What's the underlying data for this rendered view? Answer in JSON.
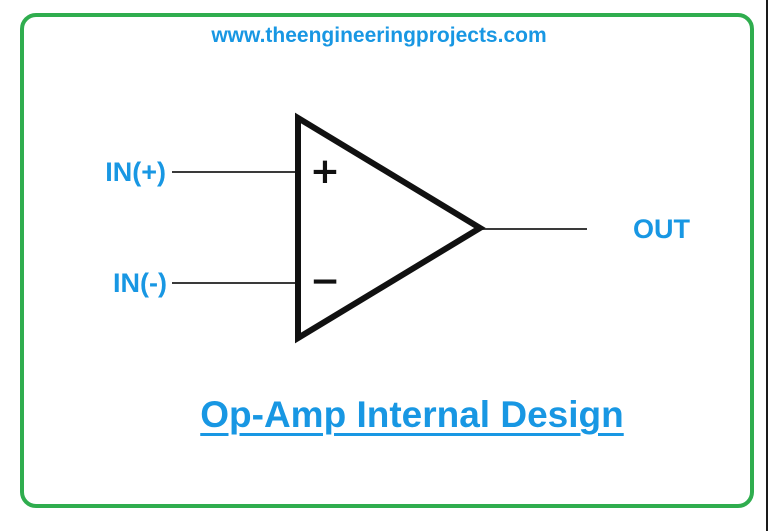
{
  "page": {
    "header_url": "www.theengineeringprojects.com",
    "title": "Op-Amp Internal Design"
  },
  "diagram": {
    "labels": {
      "input_positive": "IN(+)",
      "input_negative": "IN(-)",
      "output": "OUT"
    },
    "symbols": {
      "plus": "+",
      "minus": "−"
    },
    "colors": {
      "accent_blue": "#1897e3",
      "border_green": "#2fad4e",
      "line_black": "#1a1a1a"
    }
  }
}
